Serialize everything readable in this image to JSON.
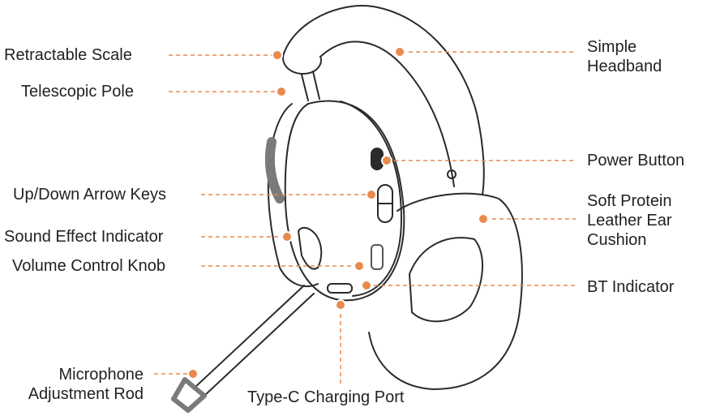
{
  "colors": {
    "callout": "#e98a4e",
    "outline": "#2a2a2a",
    "grille": "#7a7a7a",
    "text": "#222222"
  },
  "labels": {
    "retractable_scale": "Retractable Scale",
    "telescopic_pole": "Telescopic Pole",
    "up_down_keys": "Up/Down Arrow Keys",
    "sound_effect": "Sound Effect Indicator",
    "volume_knob": "Volume Control Knob",
    "microphone_line1": "Microphone",
    "microphone_line2": "Adjustment Rod",
    "type_c": "Type-C Charging Port",
    "headband_line1": "Simple",
    "headband_line2": "Headband",
    "power_button": "Power Button",
    "cushion_line1": "Soft Protein",
    "cushion_line2": "Leather Ear",
    "cushion_line3": "Cushion",
    "bt_indicator": "BT Indicator"
  }
}
